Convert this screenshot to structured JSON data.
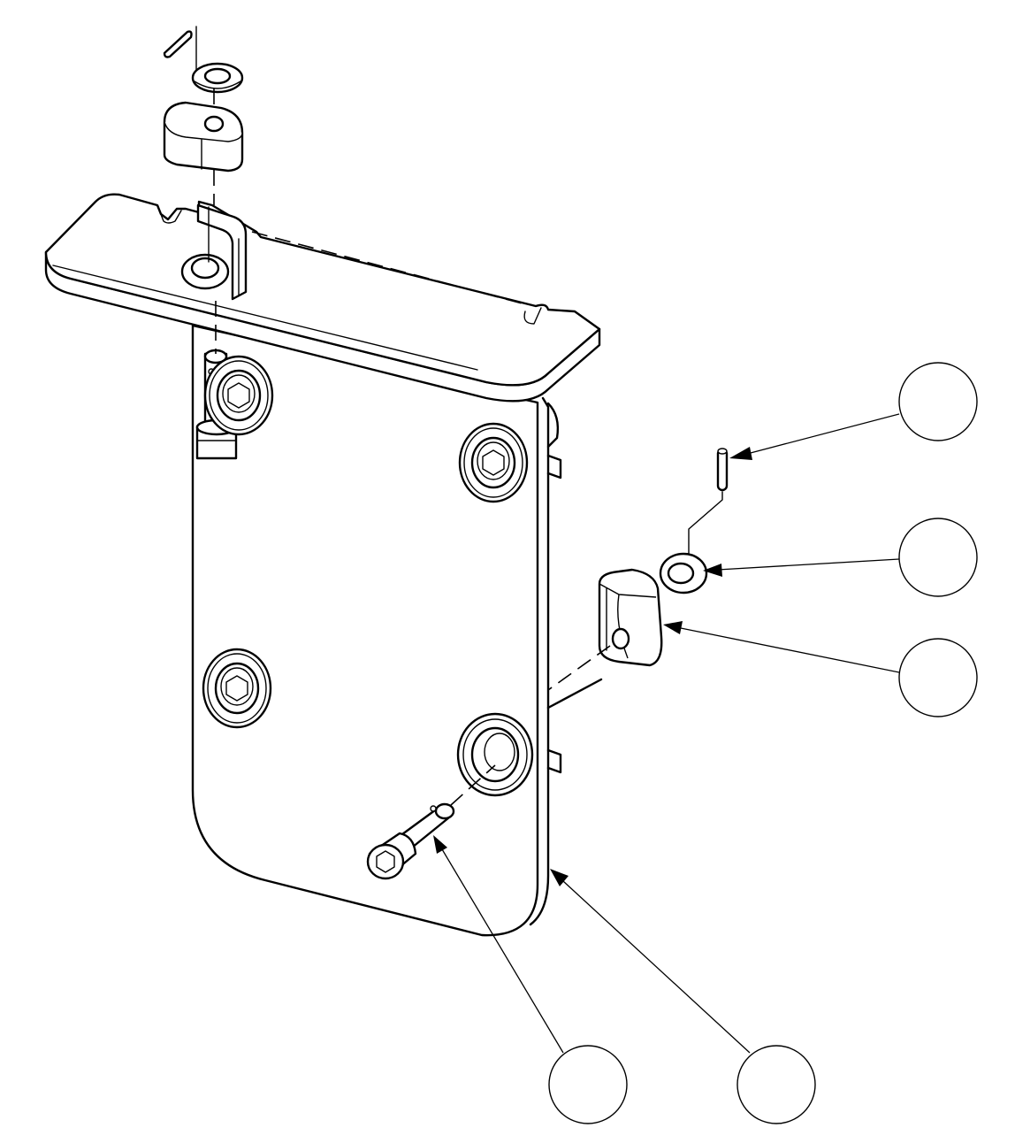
{
  "drawing": {
    "style": "isometric exploded assembly line drawing",
    "colors": {
      "line": "#000000",
      "background": "#ffffff"
    }
  },
  "balloons": [
    {
      "id": "balloon-1",
      "label": "",
      "points_to": "spring-pin"
    },
    {
      "id": "balloon-2",
      "label": "",
      "points_to": "washer"
    },
    {
      "id": "balloon-3",
      "label": "",
      "points_to": "hinge-block"
    },
    {
      "id": "balloon-4",
      "label": "",
      "points_to": "shoulder-bolt"
    },
    {
      "id": "balloon-5",
      "label": "",
      "points_to": "bracket-plate"
    }
  ]
}
